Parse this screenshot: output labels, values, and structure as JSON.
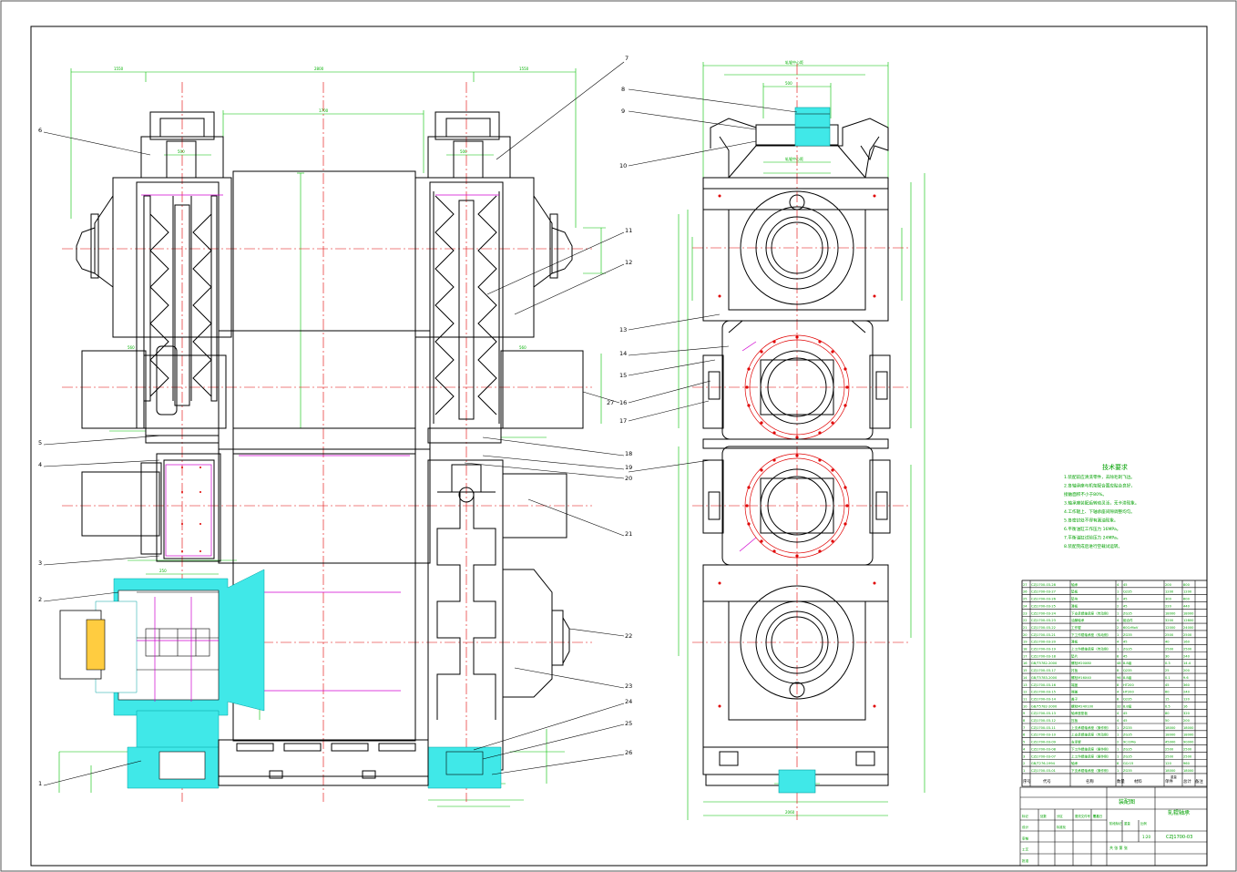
{
  "drawing": {
    "callouts": [
      "1",
      "2",
      "3",
      "4",
      "5",
      "6",
      "7",
      "8",
      "9",
      "10",
      "11",
      "12",
      "13",
      "14",
      "15",
      "16",
      "17",
      "18",
      "19",
      "20",
      "21",
      "22",
      "23",
      "24",
      "25",
      "26",
      "27"
    ]
  },
  "tech_requirements": {
    "title": "技术要求",
    "lines": [
      "1.装配前应清洗零件，去除毛刺飞边。",
      "2.各轴承座与机架配合面应贴合良好，",
      "接触面积不小于80%。",
      "3.轴承座装配后转动灵活，无卡滞现象。",
      "4.工作辊上、下轴承座间隙调整均匀。",
      "5.各密封处不得有漏油现象。",
      "6.平衡油缸工作压力 16MPa。",
      "7.平衡油缸试验压力 24MPa。",
      "8.装配完成后进行空载试运转。"
    ]
  },
  "bom": {
    "headers": [
      "序号",
      "代号",
      "名称",
      "数量",
      "材料",
      "单件",
      "总计",
      "备注"
    ],
    "mass_header": "重量",
    "rows": [
      [
        "27",
        "CZJ1700-03-28",
        "轴承",
        "4",
        "45",
        "200",
        "800"
      ],
      [
        "26",
        "CZJ1700-03-27",
        "垫板",
        "1",
        "Q235",
        "1200",
        "1200"
      ],
      [
        "25",
        "CZJ1700-03-26",
        "垫块",
        "2",
        "45",
        "300",
        "600"
      ],
      [
        "24",
        "CZJ1700-03-25",
        "滑板",
        "2",
        "45",
        "220",
        "440"
      ],
      [
        "23",
        "CZJ1700-03-24",
        "下支承辊轴承座（传动侧）",
        "1",
        "ZG35",
        "18000",
        "18000"
      ],
      [
        "22",
        "CZJ1700-03-23",
        "油膜轴承",
        "4",
        "组合件",
        "3200",
        "12800"
      ],
      [
        "21",
        "CZJ1700-03-22",
        "工作辊",
        "2",
        "60CrMoV",
        "12000",
        "24000"
      ],
      [
        "20",
        "CZJ1700-03-21",
        "下工作辊轴承座（传动侧）",
        "1",
        "ZG35",
        "2500",
        "2500"
      ],
      [
        "19",
        "CZJ1700-03-20",
        "滑板",
        "4",
        "45",
        "40",
        "160"
      ],
      [
        "18",
        "CZJ1700-03-19",
        "上工作辊轴承座（传动侧）",
        "1",
        "ZG35",
        "2500",
        "2500"
      ],
      [
        "17",
        "CZJ1700-03-18",
        "垫片",
        "8",
        "45",
        "30",
        "240"
      ],
      [
        "16",
        "GB/T5782-2000",
        "螺栓M20X80",
        "48",
        "8.8级",
        "0.3",
        "14.4"
      ],
      [
        "15",
        "CZJ1700-03-17",
        "衬板",
        "8",
        "Q235",
        "25",
        "200"
      ],
      [
        "14",
        "GB/T5783-2000",
        "螺栓M16X40",
        "96",
        "8.8级",
        "0.1",
        "9.6"
      ],
      [
        "13",
        "CZJ1700-03-16",
        "端盖",
        "8",
        "HT200",
        "45",
        "360"
      ],
      [
        "12",
        "CZJ1700-03-15",
        "端盖",
        "4",
        "HT200",
        "60",
        "240"
      ],
      [
        "11",
        "CZJ1700-03-14",
        "盖子",
        "8",
        "Q235",
        "15",
        "120"
      ],
      [
        "10",
        "GB/T5782-2000",
        "螺栓M24X100",
        "32",
        "8.8级",
        "0.5",
        "16"
      ],
      [
        "9",
        "CZJ1700-03-13",
        "轴承座垫板",
        "4",
        "45",
        "80",
        "320"
      ],
      [
        "8",
        "CZJ1700-03-12",
        "压板",
        "4",
        "45",
        "50",
        "200"
      ],
      [
        "7",
        "CZJ1700-03-11",
        "上支承辊轴承座（操作侧）",
        "1",
        "ZG35",
        "18000",
        "18000"
      ],
      [
        "6",
        "CZJ1700-03-10",
        "上支承辊轴承座（传动侧）",
        "1",
        "ZG35",
        "18000",
        "18000"
      ],
      [
        "5",
        "CZJ1700-03-09",
        "支承辊",
        "2",
        "9Cr2Mo",
        "45000",
        "90000"
      ],
      [
        "4",
        "CZJ1700-03-08",
        "下工作辊轴承座（操作侧）",
        "1",
        "ZG35",
        "2500",
        "2500"
      ],
      [
        "3",
        "CZJ1700-03-07",
        "上工作辊轴承座（操作侧）",
        "1",
        "ZG35",
        "2500",
        "2500"
      ],
      [
        "2",
        "GB/T276-1994",
        "轴承",
        "8",
        "GCr15",
        "120",
        "960"
      ],
      [
        "1",
        "CZJ1700-03-01",
        "下支承辊轴承座（操作侧）",
        "1",
        "ZG35",
        "18000",
        "18000"
      ]
    ]
  },
  "title_block": {
    "drawing_title": "装配图",
    "part_name": "轧辊轴承",
    "drawing_no": "CZJ1700-03",
    "scale": "1:20",
    "sheet": "共 张 第 张",
    "row_labels": [
      "标记",
      "处数",
      "分区",
      "更改文件号",
      "签名",
      "年月日"
    ],
    "role_labels": [
      "设计",
      "审核",
      "工艺",
      "批准"
    ],
    "cell_labels": [
      "标准化",
      "阶段标记",
      "重量",
      "比例"
    ]
  },
  "colors": {
    "outline": "#000000",
    "dimension": "#00c000",
    "centerline": "#e00000",
    "hidden": "#d000d0",
    "section_fill": "#40e8e8"
  }
}
